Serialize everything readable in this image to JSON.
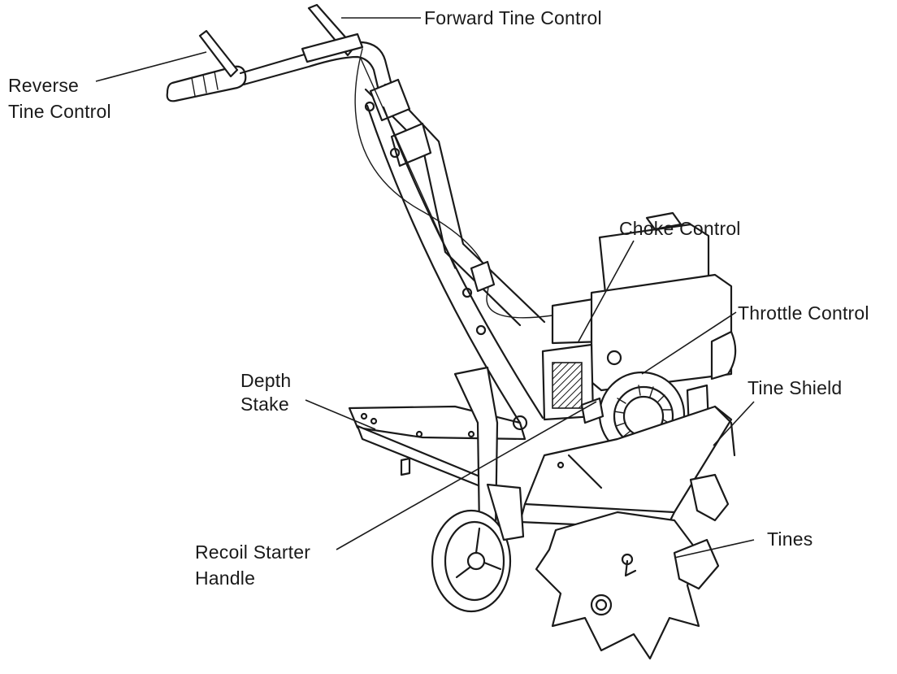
{
  "labels": {
    "forward_tine_control": "Forward Tine Control",
    "reverse_tine_control_1": "Reverse",
    "reverse_tine_control_2": "Tine Control",
    "choke_control": "Choke Control",
    "throttle_control": "Throttle Control",
    "depth_stake_1": "Depth",
    "depth_stake_2": "Stake",
    "tine_shield": "Tine Shield",
    "recoil_starter_handle_1": "Recoil Starter",
    "recoil_starter_handle_2": "Handle",
    "tines": "Tines"
  }
}
